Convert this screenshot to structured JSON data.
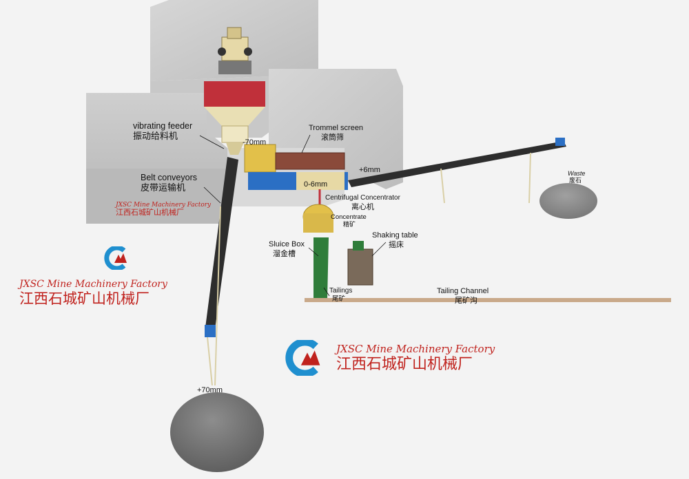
{
  "watermarks": [
    {
      "en": "JXSC Mine Machinery Factory",
      "zh": "江西石城矿山机械厂"
    },
    {
      "en": "JXSC Mine Machinery Factory",
      "zh": "江西石城矿山机械厂"
    },
    {
      "en": "JXSC Mine Machinery Factory",
      "zh": "江西石城矿山机械厂"
    }
  ],
  "labels": {
    "vibrating_feeder": {
      "en": "vibrating feeder",
      "zh": "振动给料机"
    },
    "belt_conveyors": {
      "en": "Belt conveyors",
      "zh": "皮带运输机"
    },
    "trommel_screen": {
      "en": "Trommel screen",
      "zh": "滚筒筛"
    },
    "centrifugal_concentrator": {
      "en": "Centrifugal Concentrator",
      "zh": "离心机"
    },
    "concentrate": {
      "en": "Concentrate",
      "zh": "精矿"
    },
    "sluice_box": {
      "en": "Sluice Box",
      "zh": "溜金槽"
    },
    "shaking_table": {
      "en": "Shaking table",
      "zh": "摇床"
    },
    "tailings": {
      "en": "Tailings",
      "zh": "尾矿"
    },
    "tailing_channel": {
      "en": "Tailing Channel",
      "zh": "尾矿沟"
    },
    "waste": {
      "en": "Waste",
      "zh": "废石"
    }
  },
  "sizes": {
    "minus70": "-70mm",
    "plus6": "+6mm",
    "range06": "0-6mm",
    "plus70": "+70mm"
  },
  "colors": {
    "watermark_red": "#c0221d",
    "logo_blue": "#1f8fcf",
    "hopper_red": "#c0303a",
    "conveyor_belt": "#2d2d2d",
    "sluice_green": "#2f7d3a",
    "machine_blue": "#2b6fc4",
    "trommel_yellow": "#e2c04a"
  }
}
